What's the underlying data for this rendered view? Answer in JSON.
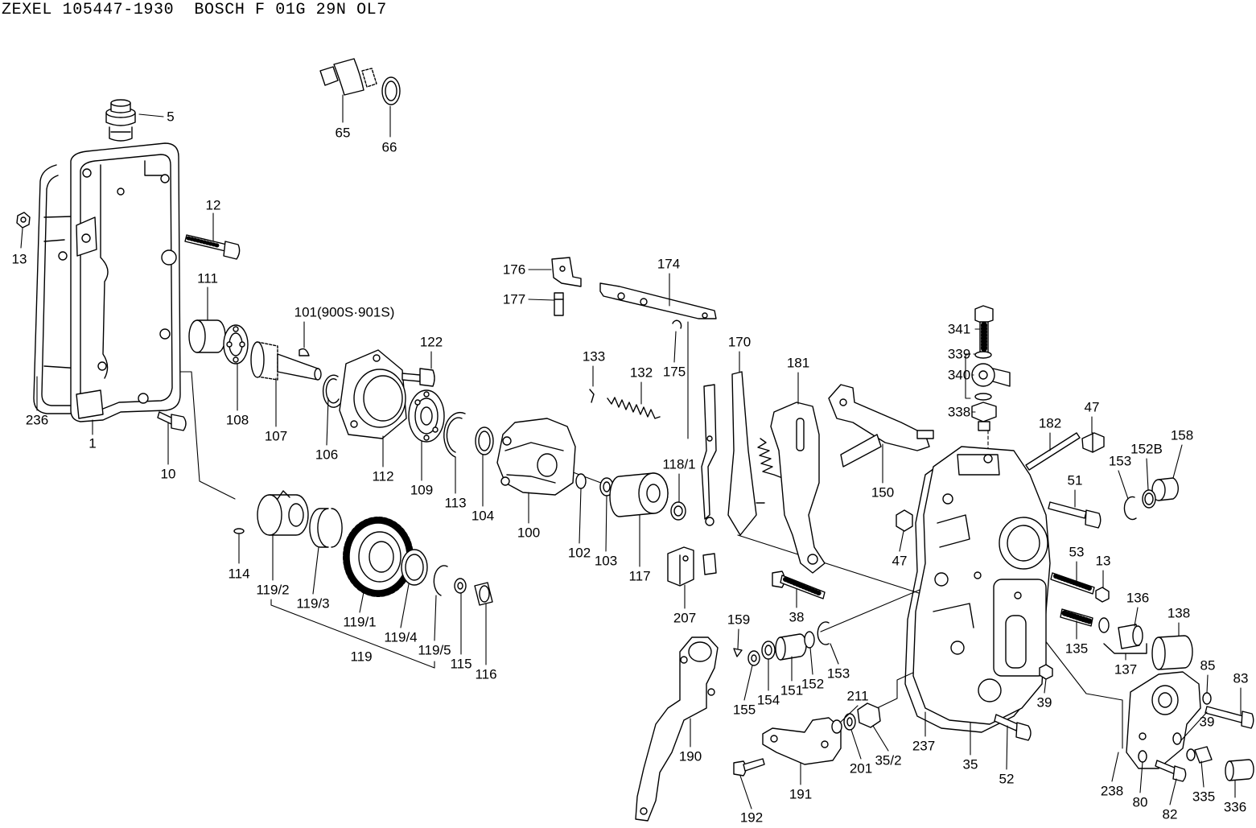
{
  "title": "ZEXEL 105447-1930  BOSCH F 01G 29N OL7",
  "labels": [
    "5",
    "65",
    "66",
    "12",
    "13",
    "111",
    "101(900S·901S)",
    "122",
    "176",
    "177",
    "174",
    "170",
    "175",
    "133",
    "132",
    "181",
    "341",
    "339",
    "340",
    "338",
    "47",
    "182",
    "158",
    "152B",
    "153",
    "51",
    "150",
    "118/1",
    "236",
    "1",
    "10",
    "108",
    "107",
    "106",
    "112",
    "109",
    "113",
    "104",
    "100",
    "102",
    "103",
    "117",
    "207",
    "47",
    "53",
    "13",
    "136",
    "138",
    "114",
    "119/2",
    "119/3",
    "119/1",
    "119/4",
    "119/5",
    "119",
    "115",
    "116",
    "38",
    "159",
    "135",
    "137",
    "85",
    "83",
    "153",
    "152",
    "151",
    "154",
    "155",
    "211",
    "39",
    "39",
    "190",
    "237",
    "35",
    "201",
    "35/2",
    "52",
    "191",
    "238",
    "80",
    "335",
    "82",
    "336",
    "192"
  ]
}
